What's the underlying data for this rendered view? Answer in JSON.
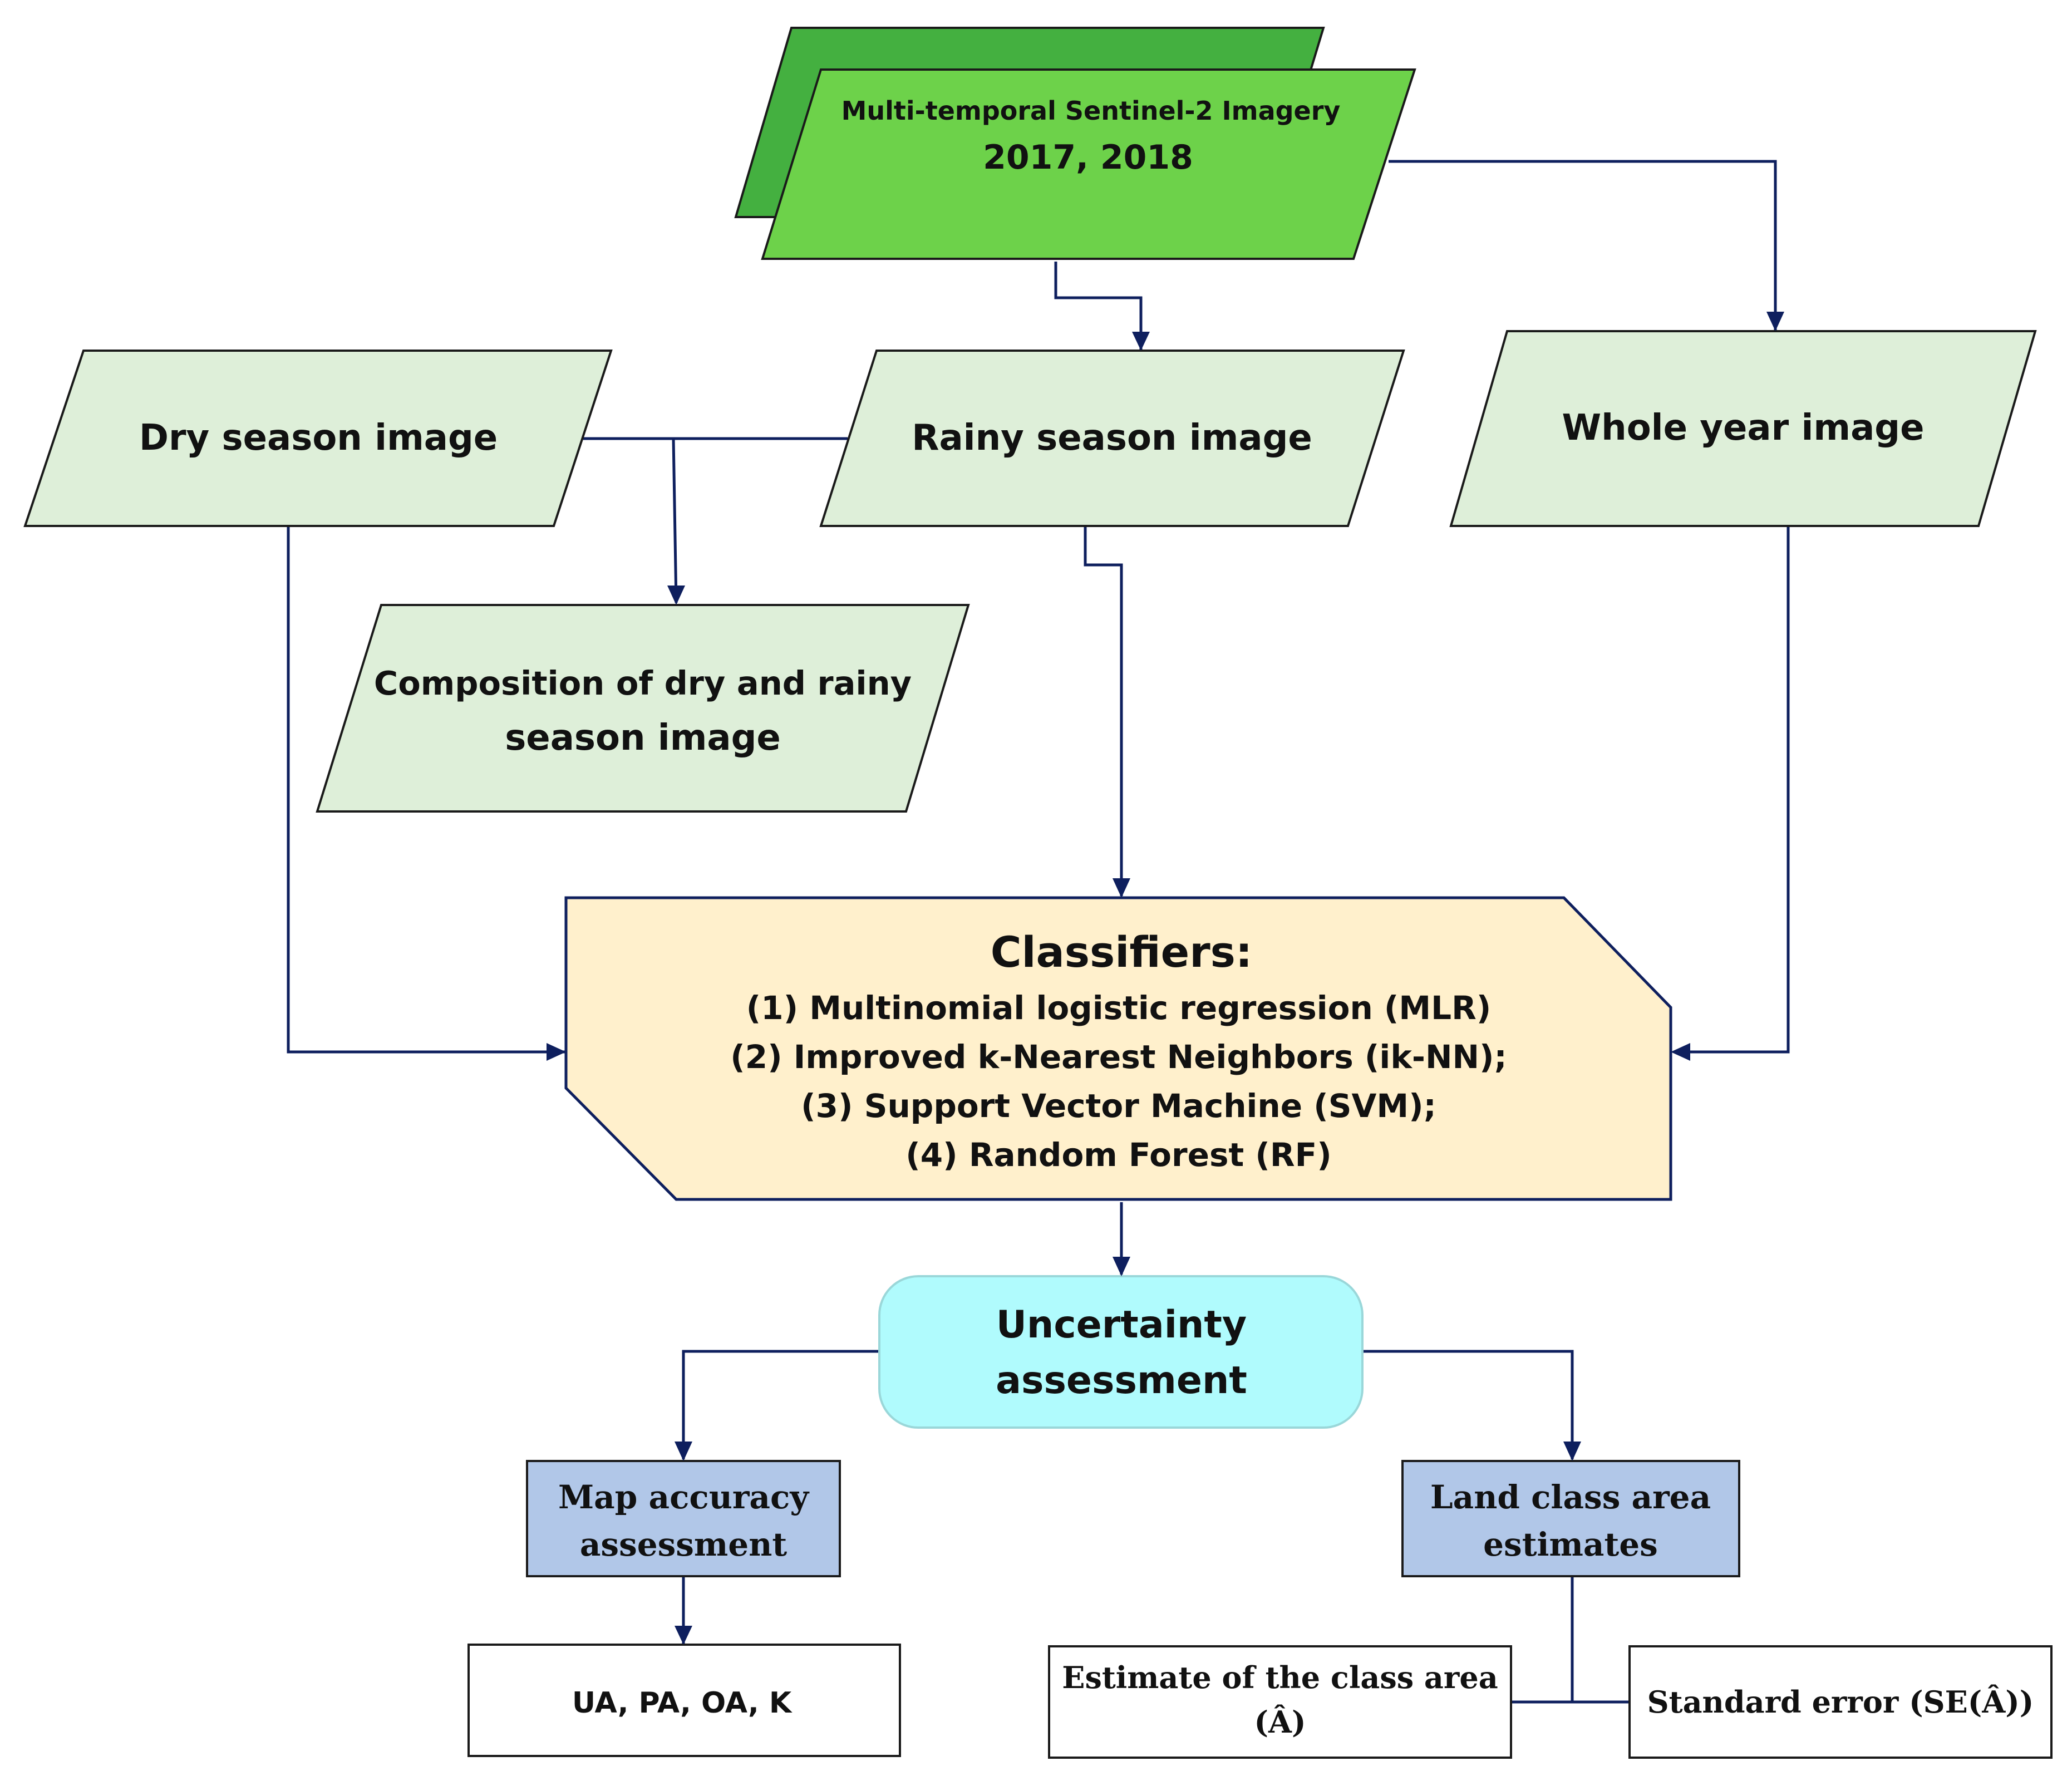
{
  "colors": {
    "connector": "#0e1f5e",
    "outline": "#1a1a1a",
    "imagery_back": "#44b040",
    "imagery_front": "#6dd24a",
    "season_fill": "#deefd9",
    "classifier_fill": "#fff0cc",
    "uncertainty_fill": "#b0fbfd",
    "assessment_fill": "#b1c7e8",
    "result_fill": "#ffffff"
  },
  "imagery": {
    "line1": "Multi-temporal Sentinel-2 Imagery",
    "line2": "2017, 2018"
  },
  "dry": {
    "label": "Dry season image"
  },
  "rainy": {
    "label": "Rainy season image"
  },
  "whole": {
    "label": "Whole year image"
  },
  "composition": {
    "line1": "Composition of dry and rainy",
    "line2": "season image"
  },
  "classifiers": {
    "title": "Classifiers:",
    "items": [
      "(1) Multinomial logistic regression (MLR)",
      "(2) Improved k-Nearest Neighbors (ik-NN);",
      "(3) Support Vector Machine (SVM);",
      "(4) Random Forest (RF)"
    ]
  },
  "uncertainty": {
    "line1": "Uncertainty",
    "line2": "assessment"
  },
  "map_accuracy": {
    "line1": "Map accuracy",
    "line2": "assessment"
  },
  "land_class": {
    "line1": "Land class area",
    "line2": "estimates"
  },
  "metrics": {
    "label": "UA, PA, OA, K"
  },
  "estimate": {
    "line1": "Estimate of the class area",
    "line2": "(Â)"
  },
  "stderr": {
    "label": "Standard error (SE(Â))"
  }
}
